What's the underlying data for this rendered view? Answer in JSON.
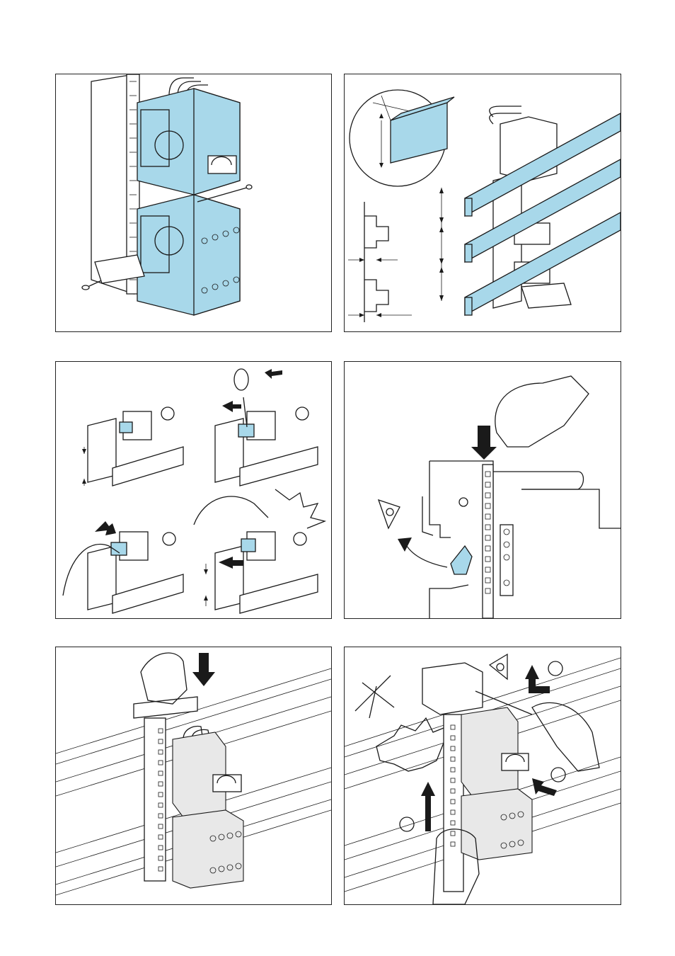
{
  "figures": [
    {
      "id": "fig-mount-modules"
    },
    {
      "id": "fig-busbar-dimensions"
    },
    {
      "id": "fig-clip-release"
    },
    {
      "id": "fig-press-insert"
    },
    {
      "id": "fig-snap-on-rail"
    },
    {
      "id": "fig-remove-from-rail"
    }
  ],
  "colors": {
    "accent_blue": "#a8d8ea",
    "line": "#1a1a1a"
  }
}
